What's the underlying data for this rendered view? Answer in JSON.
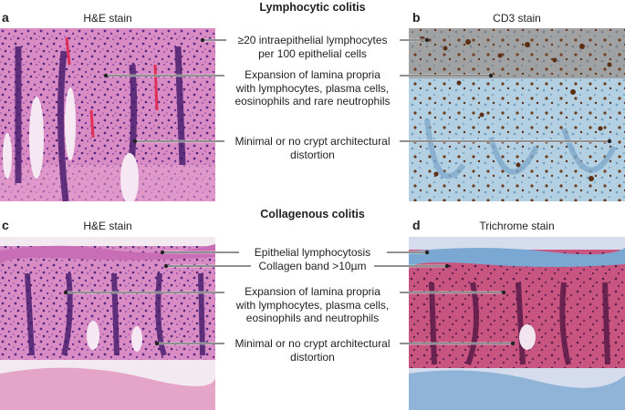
{
  "titles": {
    "lymphocytic": "Lymphocytic colitis",
    "collagenous": "Collagenous colitis"
  },
  "panels": {
    "a": {
      "letter": "a",
      "stain": "H&E stain"
    },
    "b": {
      "letter": "b",
      "stain": "CD3 stain"
    },
    "c": {
      "letter": "c",
      "stain": "H&E stain"
    },
    "d": {
      "letter": "d",
      "stain": "Trichrome stain"
    }
  },
  "annotations_top": {
    "iel": [
      "≥20 intraepithelial lymphocytes",
      "per 100 epithelial cells"
    ],
    "lamina": [
      "Expansion of lamina propria",
      "with lymphocytes, plasma cells,",
      "eosinophils and rare neutrophils"
    ],
    "crypt": [
      "Minimal or no crypt architectural",
      "distortion"
    ]
  },
  "annotations_bottom": {
    "epi": [
      "Epithelial lymphocytosis"
    ],
    "collagen": [
      "Collagen band >10µm"
    ],
    "lamina": [
      "Expansion of lamina propria",
      "with lymphocytes, plasma cells,",
      "eosinophils and neutrophils"
    ],
    "crypt": [
      "Minimal or no crypt architectural",
      "distortion"
    ]
  },
  "colors": {
    "he_background": "#d97fbf",
    "he_crypt": "#6a3b96",
    "cd3_background": "#a9c9dc",
    "cd3_positive": "#6b3a1c",
    "trichrome_background": "#c04a78",
    "trichrome_collagen": "#6fa3cf"
  }
}
